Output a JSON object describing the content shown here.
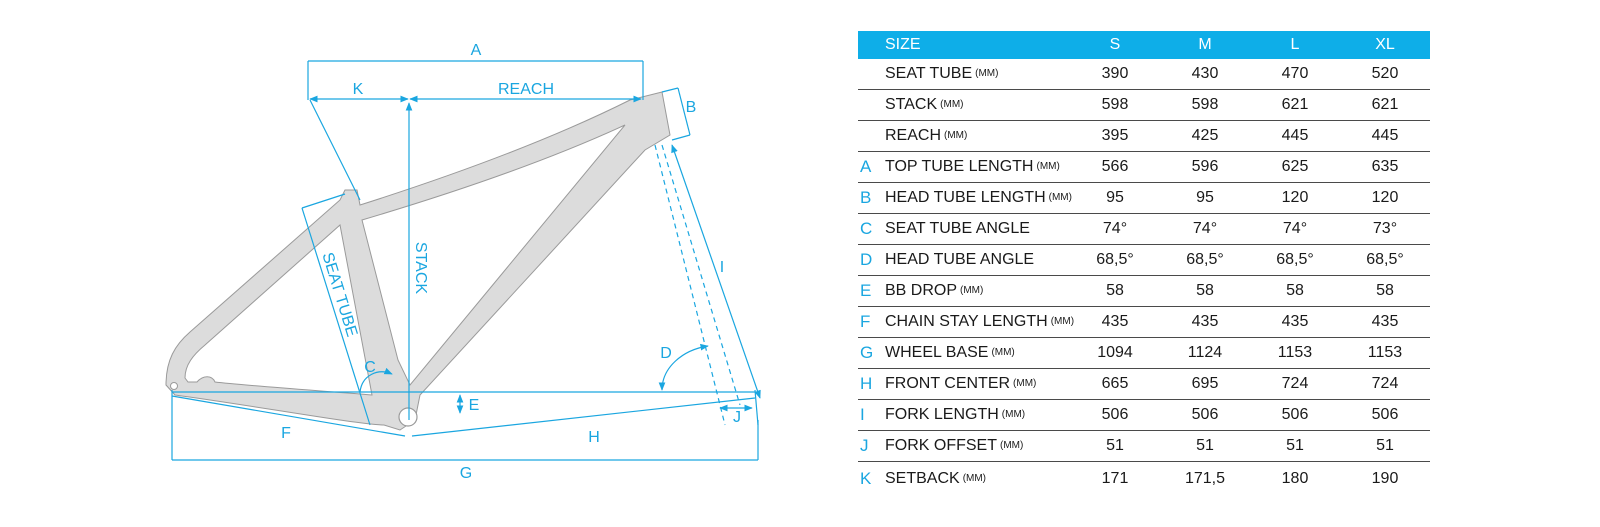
{
  "diagram": {
    "labels": {
      "a": "A",
      "b": "B",
      "c": "C",
      "d": "D",
      "e": "E",
      "f": "F",
      "g": "G",
      "h": "H",
      "i": "I",
      "j": "J",
      "k": "K",
      "reach": "REACH",
      "stack": "STACK",
      "seat_tube": "SEAT TUBE"
    },
    "colors": {
      "accent": "#1aa6e0",
      "frame_fill": "#dcdcdc",
      "frame_stroke": "#9a9a9a"
    }
  },
  "table": {
    "header": {
      "size": "SIZE",
      "sizes": [
        "S",
        "M",
        "L",
        "XL"
      ]
    },
    "header_color": "#0eaee8",
    "rows": [
      {
        "letter": "",
        "name": "SEAT TUBE",
        "unit": "(MM)",
        "values": [
          "390",
          "430",
          "470",
          "520"
        ]
      },
      {
        "letter": "",
        "name": "STACK",
        "unit": "(MM)",
        "values": [
          "598",
          "598",
          "621",
          "621"
        ]
      },
      {
        "letter": "",
        "name": "REACH",
        "unit": "(MM)",
        "values": [
          "395",
          "425",
          "445",
          "445"
        ]
      },
      {
        "letter": "A",
        "name": "TOP TUBE LENGTH",
        "unit": "(MM)",
        "values": [
          "566",
          "596",
          "625",
          "635"
        ]
      },
      {
        "letter": "B",
        "name": "HEAD TUBE LENGTH",
        "unit": "(MM)",
        "values": [
          "95",
          "95",
          "120",
          "120"
        ]
      },
      {
        "letter": "C",
        "name": "SEAT TUBE ANGLE",
        "unit": "",
        "values": [
          "74°",
          "74°",
          "74°",
          "73°"
        ]
      },
      {
        "letter": "D",
        "name": "HEAD TUBE ANGLE",
        "unit": "",
        "values": [
          "68,5°",
          "68,5°",
          "68,5°",
          "68,5°"
        ]
      },
      {
        "letter": "E",
        "name": "BB DROP",
        "unit": "(MM)",
        "values": [
          "58",
          "58",
          "58",
          "58"
        ]
      },
      {
        "letter": "F",
        "name": "CHAIN STAY LENGTH",
        "unit": "(MM)",
        "values": [
          "435",
          "435",
          "435",
          "435"
        ]
      },
      {
        "letter": "G",
        "name": "WHEEL BASE",
        "unit": "(MM)",
        "values": [
          "1094",
          "1124",
          "1153",
          "1153"
        ]
      },
      {
        "letter": "H",
        "name": "FRONT CENTER",
        "unit": "(MM)",
        "values": [
          "665",
          "695",
          "724",
          "724"
        ]
      },
      {
        "letter": "I",
        "name": "FORK LENGTH",
        "unit": "(MM)",
        "values": [
          "506",
          "506",
          "506",
          "506"
        ]
      },
      {
        "letter": "J",
        "name": "FORK OFFSET",
        "unit": "(MM)",
        "values": [
          "51",
          "51",
          "51",
          "51"
        ]
      },
      {
        "letter": "K",
        "name": "SETBACK",
        "unit": "(MM)",
        "values": [
          "171",
          "171,5",
          "180",
          "190"
        ]
      }
    ]
  }
}
